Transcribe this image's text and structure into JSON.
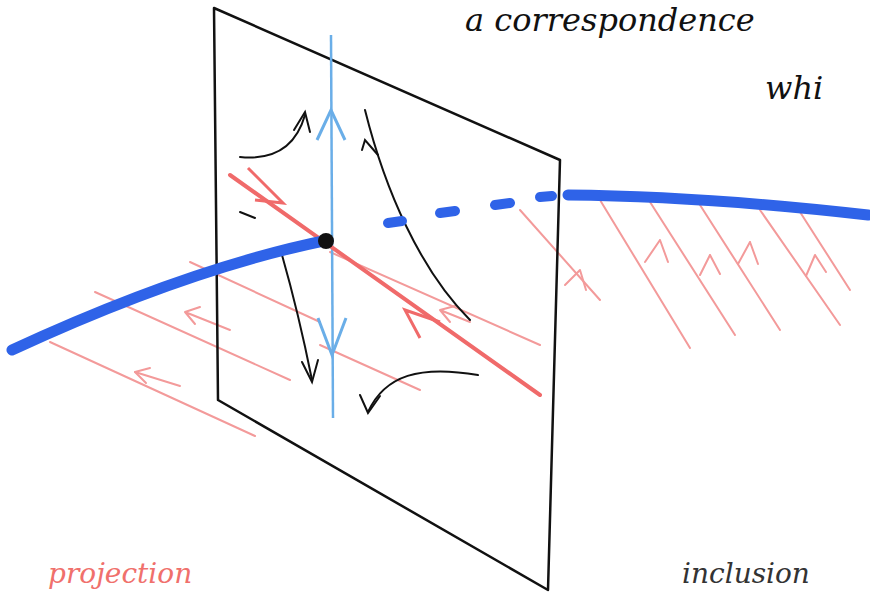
{
  "diagram": {
    "labels": [
      "a correspondence",
      "whi",
      "projection",
      "inclusion"
    ]
  }
}
